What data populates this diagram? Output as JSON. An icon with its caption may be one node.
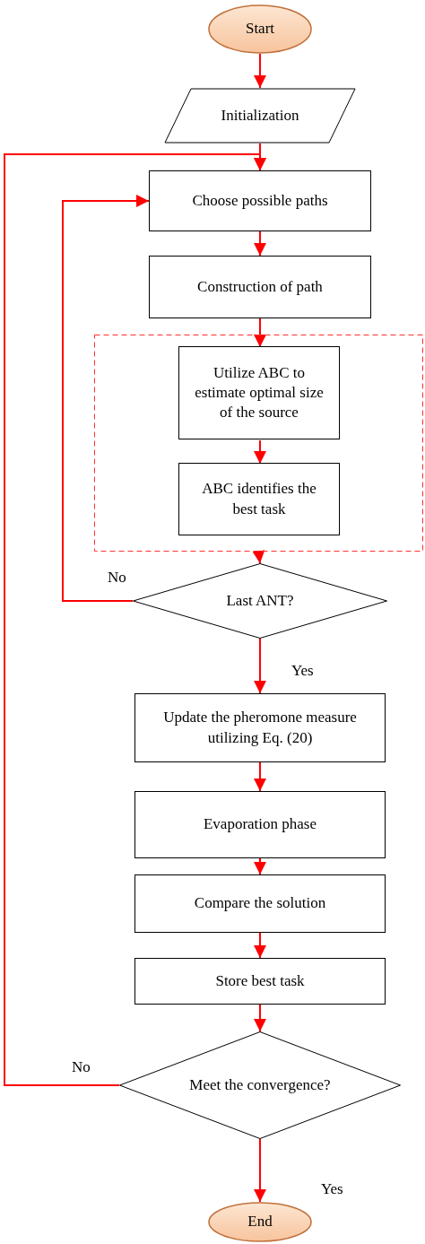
{
  "diagram": {
    "nodes": [
      {
        "text": [
          "Start"
        ]
      },
      {
        "text": [
          "Initialization"
        ]
      },
      {
        "text": [
          "Choose possible paths"
        ]
      },
      {
        "text": [
          "Construction of path"
        ]
      },
      {
        "text": [],
        "shape": "box"
      },
      {
        "text": [
          "Utilize ABC to estimate optimal size of the source"
        ],
        "in": 4
      },
      {
        "text": [
          "ABC identifies the best task"
        ],
        "in": 4
      },
      {
        "text": [
          "Last ANT?"
        ]
      },
      {
        "text": [
          "Update the pheromone measure utilizing Eq. (20)"
        ]
      },
      {
        "text": [
          "Evaporation phase"
        ]
      },
      {
        "text": [
          "Compare the solution"
        ]
      },
      {
        "text": [
          "Store best task"
        ]
      },
      {
        "text": [
          "Meet the convergence?"
        ]
      },
      {
        "text": [
          "End"
        ]
      }
    ],
    "edges": [
      {
        "from": 0,
        "to": 1,
        "arrow": "to"
      },
      {
        "from": 1,
        "to": 2,
        "arrow": "to"
      },
      {
        "from": 2,
        "to": 3,
        "arrow": "to"
      },
      {
        "from": 3,
        "to": 5,
        "arrow": "to"
      },
      {
        "from": 5,
        "to": 6,
        "arrow": "to"
      },
      {
        "from": 4,
        "to": 7,
        "arrow": "to"
      },
      {
        "from": 7,
        "to": 2,
        "arrow": "to",
        "label": "No"
      },
      {
        "from": 7,
        "to": 8,
        "arrow": "to",
        "label": "Yes"
      },
      {
        "from": 8,
        "to": 9,
        "arrow": "to"
      },
      {
        "from": 9,
        "to": 10,
        "arrow": "to"
      },
      {
        "from": 10,
        "to": 11,
        "arrow": "to"
      },
      {
        "from": 11,
        "to": 12,
        "arrow": "to"
      },
      {
        "from": 12,
        "to": 2,
        "arrow": "to",
        "label": "No"
      },
      {
        "from": 12,
        "to": 13,
        "arrow": "to",
        "label": "Yes"
      }
    ]
  }
}
